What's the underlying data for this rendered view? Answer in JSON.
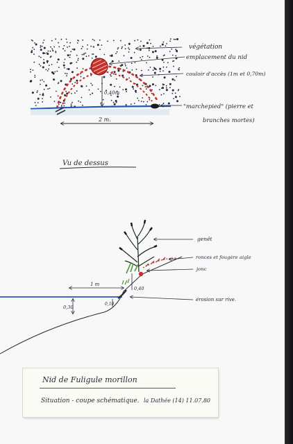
{
  "top_section": {
    "labels": {
      "vegetation": "végétation",
      "nest_site": "emplacement du nid",
      "corridors": "couloir d'accès (1m et 0,70m)",
      "step_1": "\"marchepied\" (pierre et",
      "step_2": "branches mortes)"
    },
    "height": "0,40m",
    "width": "2 m.",
    "view_caption": "Vu de dessus"
  },
  "bottom_section": {
    "labels": {
      "broom": "genêt",
      "brambles": "ronces et fougère aigle",
      "rush": "jonc",
      "erosion": "érosion sur rive."
    },
    "dim_1m": "1 m",
    "dim_040": "0,40",
    "dim_030": "0,30",
    "dim_010": "0,10"
  },
  "card": {
    "title": "Nid de Fuligule morillon",
    "subtitle": "Situation - coupe schématique.",
    "place_date": "la Dathée (14) 11.07.80"
  },
  "colors": {
    "nest": "#c7302a",
    "water": "#2357b8",
    "ink": "#2a2a3a"
  }
}
